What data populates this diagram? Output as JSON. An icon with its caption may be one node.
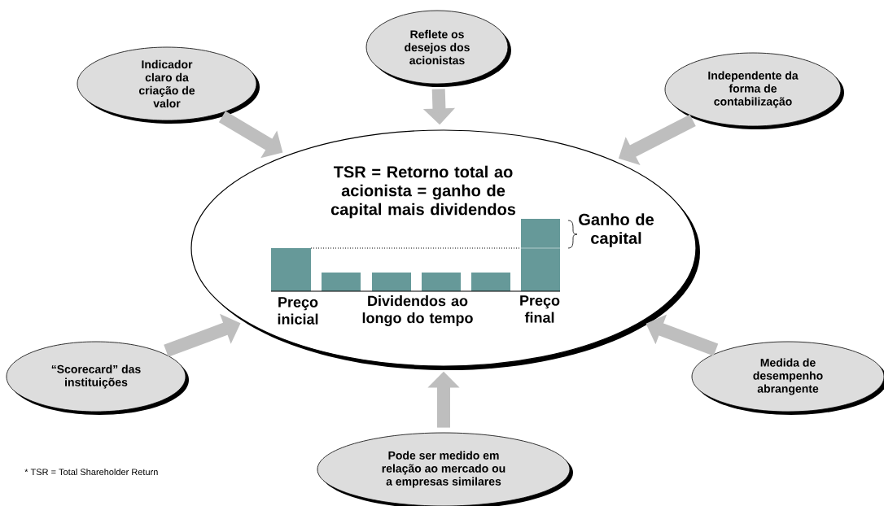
{
  "diagram": {
    "nodes": [
      {
        "text": [
          "TSR = Retorno total ao acionista = ganho de capital mais dividendos",
          "Ganho de capital",
          "Preço inicial",
          "Dividendos ao longo do tempo",
          "Preço final"
        ]
      },
      {
        "text": [
          "Reflete os desejos dos acionistas"
        ]
      },
      {
        "text": [
          "Indicador claro da criação de valor"
        ]
      },
      {
        "text": [
          "Independente da forma de contabilização"
        ]
      },
      {
        "text": [
          "“Scorecard” das instituições"
        ]
      },
      {
        "text": [
          "Medida de desempenho abrangente"
        ]
      },
      {
        "text": [
          "Pode ser medido em relação ao mercado ou a empresas similares"
        ]
      }
    ],
    "edges": [
      {
        "from": 1,
        "to": 0,
        "arrow": "to"
      },
      {
        "from": 2,
        "to": 0,
        "arrow": "to"
      },
      {
        "from": 3,
        "to": 0,
        "arrow": "to"
      },
      {
        "from": 4,
        "to": 0,
        "arrow": "to"
      },
      {
        "from": 5,
        "to": 0,
        "arrow": "to"
      },
      {
        "from": 6,
        "to": 0,
        "arrow": "to"
      }
    ],
    "labels": [
      "* TSR = Total Shareholder Return"
    ]
  }
}
